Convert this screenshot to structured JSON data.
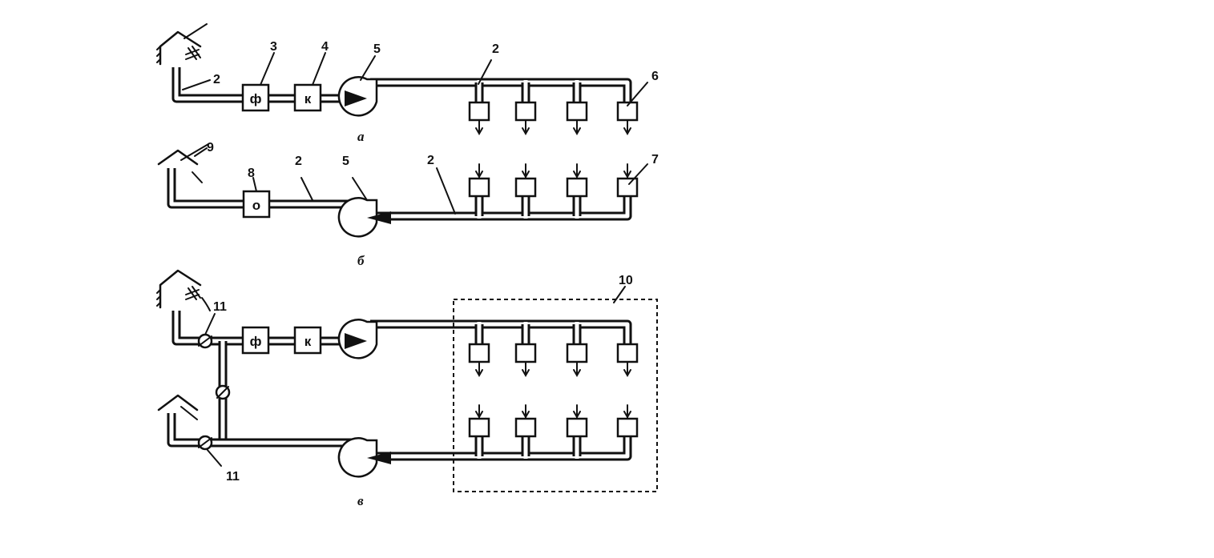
{
  "labels": {
    "n2a": "2",
    "n3": "3",
    "n4": "4",
    "n5a": "5",
    "n2b": "2",
    "n6": "6",
    "n9": "9",
    "n8": "8",
    "n2c": "2",
    "n5b": "5",
    "n2d": "2",
    "n7": "7",
    "n10": "10",
    "n11a": "11",
    "n11b": "11"
  },
  "boxes": {
    "filter_a": "ф",
    "heater_a": "к",
    "cleaner_b": "о",
    "filter_c": "ф",
    "heater_c": "к"
  },
  "subfigs": {
    "a": "а",
    "b": "б",
    "c": "в"
  }
}
